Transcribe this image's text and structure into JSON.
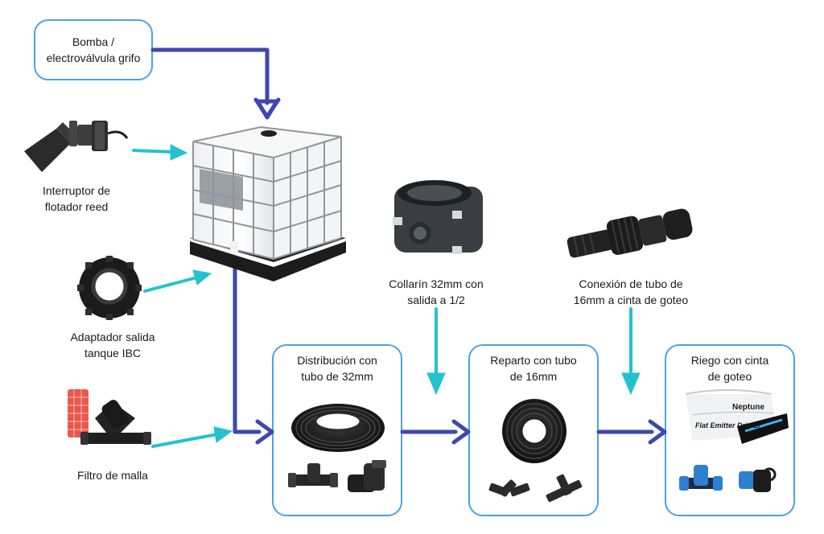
{
  "labels": {
    "pump": [
      "Bomba /",
      "electroválvula grifo"
    ],
    "float_switch": [
      "Interruptor de",
      "flotador reed"
    ],
    "ibc_adapter": [
      "Adaptador salida",
      "tanque IBC"
    ],
    "mesh_filter": [
      "Filtro de malla"
    ],
    "collar": [
      "Collarín 32mm con",
      "salida a 1/2"
    ],
    "connector": [
      "Conexión de tubo de",
      "16mm a cinta de goteo"
    ],
    "distribution": [
      "Distribución con",
      "tubo de 32mm"
    ],
    "split": [
      "Reparto con tubo",
      "de 16mm"
    ],
    "irrigation": [
      "Riego con cinta",
      "de goteo"
    ]
  },
  "product_text": {
    "tape_brand": "Neptune",
    "tape_line": "Flat Emitter Drip Li"
  },
  "colors": {
    "main_flow": "#3f47b0",
    "input_arrow": "#22c3cf",
    "box_border": "#4ba3e3"
  },
  "icons": [
    "float-switch-icon",
    "ibc-tank-icon",
    "tank-adapter-icon",
    "mesh-filter-icon",
    "pipe-collar-icon",
    "tape-connector-icon",
    "pipe-32-coil-icon",
    "pipe-16-coil-icon",
    "drip-tape-roll-icon",
    "tee-fitting-icon",
    "elbow-fitting-icon",
    "tape-valve-icon"
  ]
}
